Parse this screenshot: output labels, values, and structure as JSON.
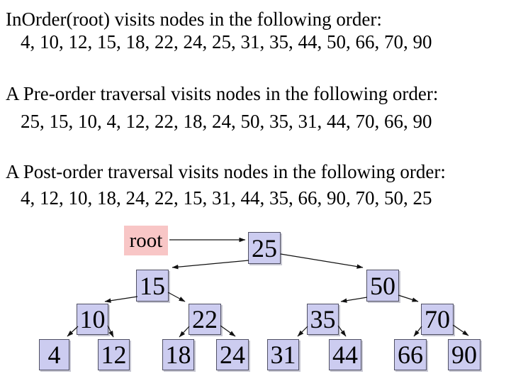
{
  "slide": {
    "sections": [
      {
        "id": "inorder",
        "heading": "InOrder(root) visits nodes in the following order:",
        "sequence": "4, 10, 12, 15, 18, 22, 24, 25, 31, 35, 44, 50, 66, 70, 90"
      },
      {
        "id": "preorder",
        "heading": "A Pre-order traversal visits nodes in the following order:",
        "sequence": "25, 15, 10, 4, 12, 22, 18, 24, 50, 35, 31, 44, 70, 66, 90"
      },
      {
        "id": "postorder",
        "heading": "A Post-order traversal visits nodes in the following order:",
        "sequence": "4, 12, 10, 18, 24, 22, 15, 31, 44, 35, 66, 90, 70, 50, 25"
      }
    ]
  },
  "tree": {
    "root_pointer_label": "root",
    "nodes": {
      "25": "25",
      "15": "15",
      "50": "50",
      "10": "10",
      "22": "22",
      "35": "35",
      "70": "70",
      "4": "4",
      "12": "12",
      "18": "18",
      "24": "24",
      "31": "31",
      "44": "44",
      "66": "66",
      "90": "90"
    },
    "edges": [
      {
        "from": "root",
        "to": "25"
      },
      {
        "from": "25",
        "to": "15"
      },
      {
        "from": "25",
        "to": "50"
      },
      {
        "from": "15",
        "to": "10"
      },
      {
        "from": "15",
        "to": "22"
      },
      {
        "from": "50",
        "to": "35"
      },
      {
        "from": "50",
        "to": "70"
      },
      {
        "from": "10",
        "to": "4"
      },
      {
        "from": "10",
        "to": "12"
      },
      {
        "from": "22",
        "to": "18"
      },
      {
        "from": "22",
        "to": "24"
      },
      {
        "from": "35",
        "to": "31"
      },
      {
        "from": "35",
        "to": "44"
      },
      {
        "from": "70",
        "to": "66"
      },
      {
        "from": "70",
        "to": "90"
      }
    ]
  },
  "colors": {
    "background": "#ffffff",
    "node_fill": "#ccccf0",
    "node_border": "#505064",
    "root_label_fill": "#f8c6c6",
    "text": "#000000",
    "edge": "#111111"
  }
}
